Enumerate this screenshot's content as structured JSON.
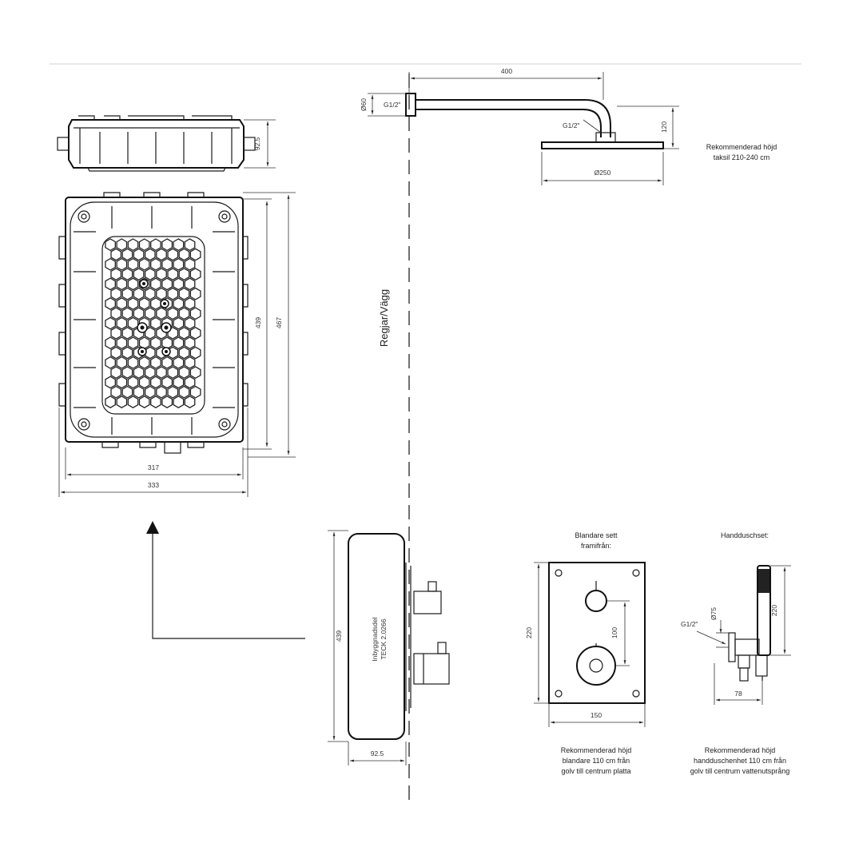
{
  "top_view": {
    "dim_height": "92.5"
  },
  "front_view": {
    "dim_inner_height": "439",
    "dim_outer_height": "467",
    "dim_inner_width": "317",
    "dim_outer_width": "333"
  },
  "wall": {
    "label": "Regjar/Vägg"
  },
  "head_shower": {
    "dim_arm_length": "400",
    "dim_pipe_diameter": "Ø60",
    "thread_label_1": "G1/2\"",
    "thread_label_2": "G1/2\"",
    "dim_drop": "120",
    "dim_head_diameter": "Ø250",
    "rec_height_line1": "Rekommenderad höjd",
    "rec_height_line2": "taksil 210-240 cm"
  },
  "body_side": {
    "dim_height": "439",
    "dim_depth": "92.5",
    "label_line1": "Inbyggnadsdel",
    "label_line2": "TECK 2.0266"
  },
  "mixer": {
    "title_line1": "Blandare sett",
    "title_line2": "framifrån:",
    "dim_height": "220",
    "dim_spacing": "100",
    "dim_width": "150",
    "rec_line1": "Rekommenderad höjd",
    "rec_line2": "blandare 110 cm från",
    "rec_line3": "golv till centrum platta"
  },
  "hand_shower": {
    "title": "Handduschset:",
    "thread_label": "G1/2\"",
    "dim_diameter": "Ø75",
    "dim_height": "220",
    "dim_width": "78",
    "rec_line1": "Rekommenderad höjd",
    "rec_line2": "handduschenhet 110 cm från",
    "rec_line3": "golv till centrum vattenutsprång"
  }
}
